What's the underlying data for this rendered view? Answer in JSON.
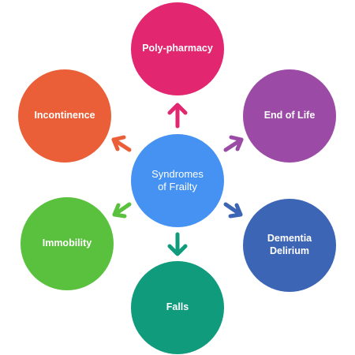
{
  "center": {
    "label": "Syndromes\nof Frailty",
    "color": "#4592f2"
  },
  "nodes": [
    {
      "id": "poly-pharmacy",
      "label": "Poly-pharmacy",
      "color": "#e2266f"
    },
    {
      "id": "end-of-life",
      "label": "End of Life",
      "color": "#9b4aa6"
    },
    {
      "id": "dementia-delirium",
      "label": "Dementia\nDelirium",
      "color": "#3d65b6"
    },
    {
      "id": "falls",
      "label": "Falls",
      "color": "#0f9b7c"
    },
    {
      "id": "immobility",
      "label": "Immobility",
      "color": "#5ac13e"
    },
    {
      "id": "incontinence",
      "label": "Incontinence",
      "color": "#ea5e38"
    }
  ]
}
